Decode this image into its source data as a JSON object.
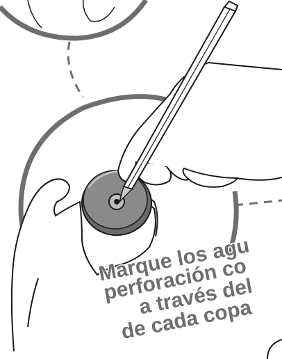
{
  "caption": {
    "lines": [
      "Marque los agu",
      "perforación co",
      "a través del",
      "de cada copa"
    ]
  },
  "colors": {
    "outline": "#1a1a1a",
    "circle_frame": "#6e6e6e",
    "cup": "#8a8a8a",
    "cup_dark": "#6a6a6a",
    "caption_text": "#6e6e6e"
  },
  "icons": {
    "pencil": "pencil-icon",
    "cup": "cup-icon"
  }
}
